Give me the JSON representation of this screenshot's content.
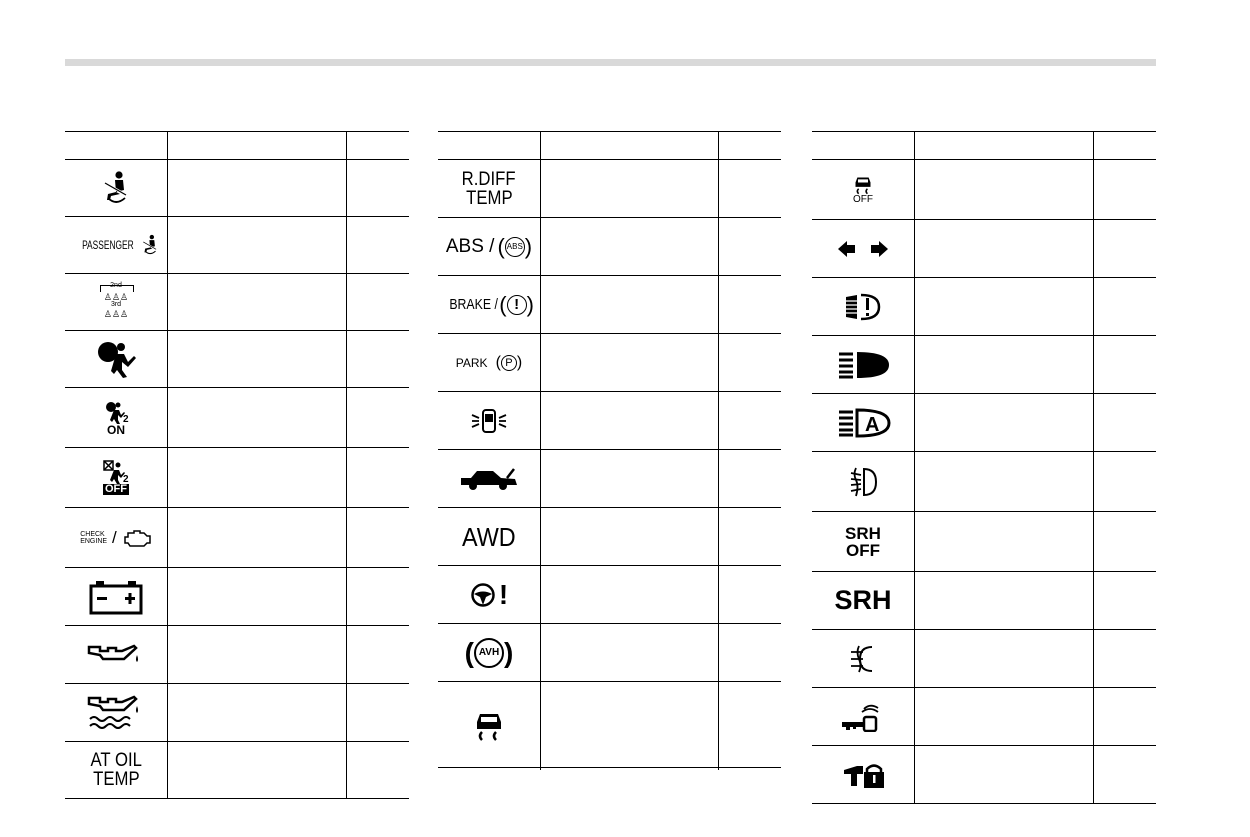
{
  "table1": {
    "rows": [
      {
        "icon": "seatbelt-warning-icon"
      },
      {
        "icon": "passenger-seatbelt-warning-icon",
        "text": "PASSENGER"
      },
      {
        "icon": "rear-seatbelt-reminder-icon",
        "text_2nd": "2nd",
        "text_3rd": "3rd"
      },
      {
        "icon": "srs-airbag-warning-icon"
      },
      {
        "icon": "front-passenger-airbag-on-icon",
        "text": "ON"
      },
      {
        "icon": "front-passenger-airbag-off-icon",
        "text": "OFF"
      },
      {
        "icon": "check-engine-icon",
        "text_top": "CHECK",
        "text_bottom": "ENGINE",
        "separator": "/"
      },
      {
        "icon": "battery-charge-warning-icon"
      },
      {
        "icon": "oil-pressure-warning-icon"
      },
      {
        "icon": "low-oil-level-warning-icon"
      },
      {
        "icon": "at-oil-temp-warning-icon",
        "text_line1": "AT OIL",
        "text_line2": "TEMP"
      }
    ]
  },
  "table2": {
    "rows": [
      {
        "icon": "rear-diff-temp-icon",
        "text_line1": "R.DIFF",
        "text_line2": "TEMP"
      },
      {
        "icon": "abs-warning-icon",
        "text": "ABS /",
        "badge": "ABS"
      },
      {
        "icon": "brake-warning-icon",
        "text": "BRAKE /",
        "badge": "!"
      },
      {
        "icon": "parking-brake-icon",
        "text": "PARK",
        "badge": "P"
      },
      {
        "icon": "door-open-warning-icon"
      },
      {
        "icon": "trunk-open-warning-icon"
      },
      {
        "icon": "awd-warning-icon",
        "text": "AWD"
      },
      {
        "icon": "power-steering-warning-icon",
        "badge": "!"
      },
      {
        "icon": "auto-vehicle-hold-icon",
        "badge": "AVH"
      },
      {
        "icon": "vehicle-dynamics-control-icon"
      }
    ]
  },
  "table3": {
    "rows": [
      {
        "icon": "vdc-off-icon",
        "text": "OFF"
      },
      {
        "icon": "turn-signal-icon"
      },
      {
        "icon": "headlight-leveling-warning-icon"
      },
      {
        "icon": "high-beam-icon"
      },
      {
        "icon": "auto-high-beam-icon",
        "badge": "A"
      },
      {
        "icon": "front-fog-light-icon"
      },
      {
        "icon": "srh-off-icon",
        "text_line1": "SRH",
        "text_line2": "OFF"
      },
      {
        "icon": "srh-warning-icon",
        "text": "SRH"
      },
      {
        "icon": "rear-fog-light-icon"
      },
      {
        "icon": "access-key-icon"
      },
      {
        "icon": "security-indicator-icon"
      }
    ]
  },
  "colors": {
    "rule": "#000000",
    "topbar": "#d9d9d9"
  }
}
